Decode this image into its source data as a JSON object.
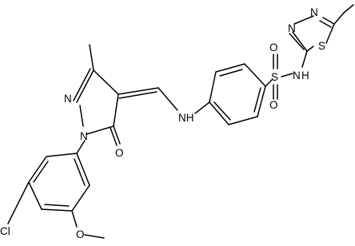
{
  "molecule": {
    "atoms": {
      "n_pyrazole": "N",
      "n1_pyrazole": "N",
      "o_carbonyl": "O",
      "nh_amine": "NH",
      "sulfur_sulfonyl": "S",
      "o_sulfonyl_top": "O",
      "o_sulfonyl_bottom": "O",
      "nh_sulfonamide": "N",
      "h_sulfonamide": "H",
      "n_thiadiazole_top": "N",
      "n_thiadiazole_bottom": "N",
      "s_thiadiazole": "S",
      "cl": "Cl",
      "o_methoxy": "O"
    }
  }
}
